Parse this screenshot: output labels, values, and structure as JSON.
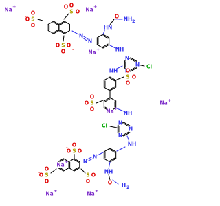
{
  "colors": {
    "carbon": "#000000",
    "nitrogen": "#3333ee",
    "oxygen": "#e00000",
    "sulfur": "#b0a000",
    "chlorine": "#00a800",
    "sodium": "#7a28c8"
  },
  "ions": {
    "na_1": "Na",
    "na_1_charge": "+",
    "na_2": "Na",
    "na_2_charge": "+",
    "na_3": "Na",
    "na_3_charge": "+",
    "na_4": "Na",
    "na_4_charge": "+",
    "na_5": "Na",
    "na_5_charge": "+",
    "na_6": "Na",
    "na_6_charge": "+",
    "na_7": "Na",
    "na_7_charge": "+",
    "na_8": "Na",
    "na_8_charge": "+"
  },
  "atoms": {
    "s": "S",
    "o": "O",
    "o_minus": "O",
    "minus": "-",
    "n": "N",
    "nh": "NH",
    "hn": "HN",
    "nh2": "NH",
    "h2n": "H",
    "two": "2",
    "cl": "Cl"
  }
}
